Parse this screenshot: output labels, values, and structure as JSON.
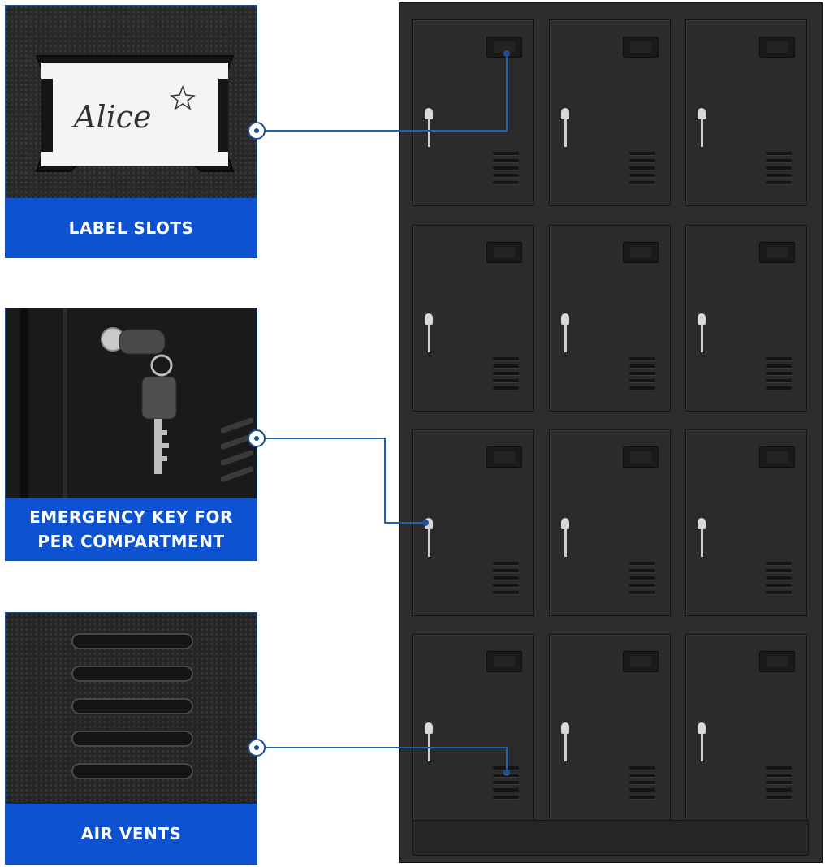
{
  "features": [
    {
      "id": "label-slots",
      "caption_lines": [
        "LABEL SLOTS"
      ],
      "photo_text": "Alice"
    },
    {
      "id": "emergency-key",
      "caption_lines": [
        "EMERGENCY KEY FOR",
        "PER COMPARTMENT"
      ]
    },
    {
      "id": "air-vents",
      "caption_lines": [
        "AIR VENTS"
      ]
    }
  ],
  "cabinet": {
    "rows": 4,
    "columns": 3
  },
  "colors": {
    "caption_bg": "#0d52d0",
    "caption_text": "#ffffff",
    "callout_line": "#1c63b8",
    "cabinet": "#2d2d2d"
  }
}
